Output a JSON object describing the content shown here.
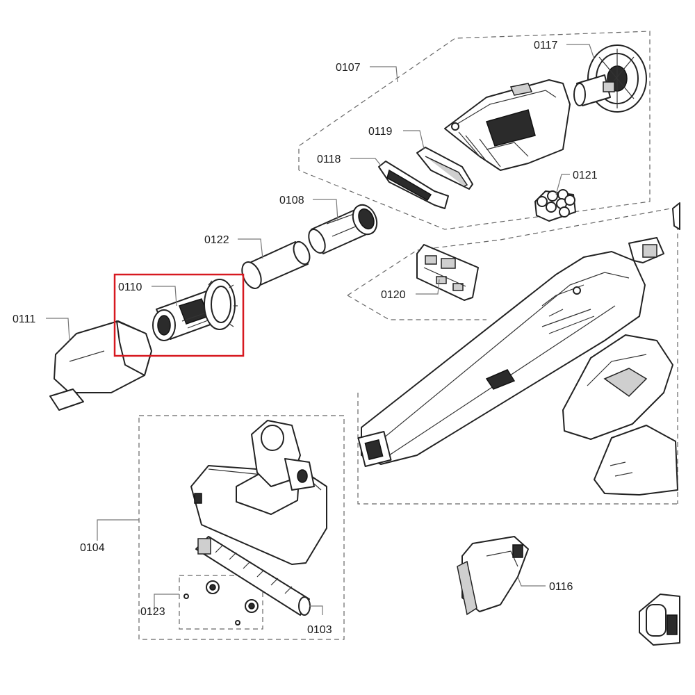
{
  "labels": {
    "p0103": "0103",
    "p0104": "0104",
    "p0107": "0107",
    "p0108": "0108",
    "p0110": "0110",
    "p0111": "0111",
    "p0116": "0116",
    "p0117": "0117",
    "p0118": "0118",
    "p0119": "0119",
    "p0120": "0120",
    "p0121": "0121",
    "p0122": "0122",
    "p0123": "0123"
  },
  "highlight": {
    "part": "0110",
    "color": "#d71920"
  }
}
